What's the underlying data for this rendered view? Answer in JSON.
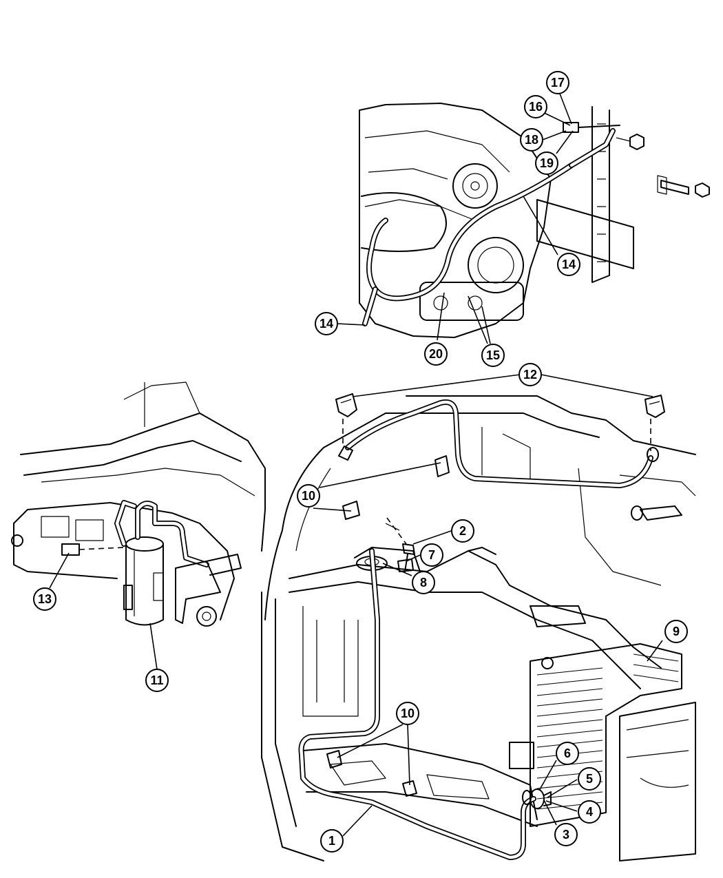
{
  "callouts": {
    "c1": "1",
    "c2": "2",
    "c3": "3",
    "c4": "4",
    "c5": "5",
    "c6": "6",
    "c7": "7",
    "c8": "8",
    "c9": "9",
    "c10a": "10",
    "c10b": "10",
    "c11": "11",
    "c12": "12",
    "c13": "13",
    "c14a": "14",
    "c14b": "14",
    "c15": "15",
    "c16": "16",
    "c17": "17",
    "c18": "18",
    "c19": "19",
    "c20": "20"
  }
}
